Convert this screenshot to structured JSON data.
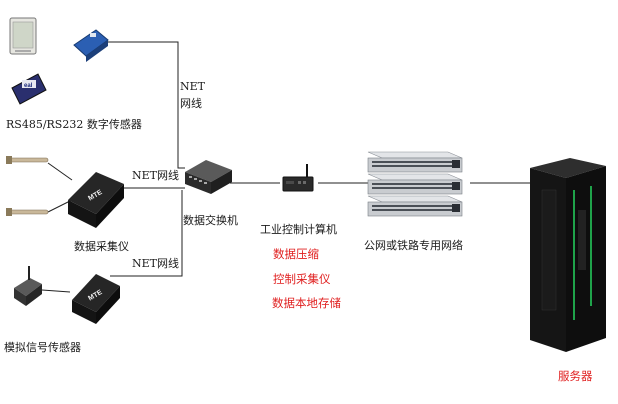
{
  "labels": {
    "digital_sensor": "RS485/RS232 数字传感器",
    "net_top_1": "NET",
    "net_top_2": "网线",
    "net_cable_upper": "NET网线",
    "net_cable_lower": "NET网线",
    "data_collector": "数据采集仪",
    "data_switch": "数据交换机",
    "industrial_pc": "工业控制计算机",
    "public_network": "公网或铁路专用网络",
    "analog_sensor": "模拟信号传感器",
    "server": "服务器",
    "collector_brand": "MTE"
  },
  "functions": [
    "数据压缩",
    "控制采集仪",
    "数据本地存储"
  ],
  "colors": {
    "line": "#222222",
    "device_dark": "#1e1e1e",
    "device_gray": "#3a3a3a",
    "switch_silver": "#c9ccd0",
    "server_black": "#151515",
    "server_green": "#1fa34a",
    "function_text": "#e02020"
  }
}
